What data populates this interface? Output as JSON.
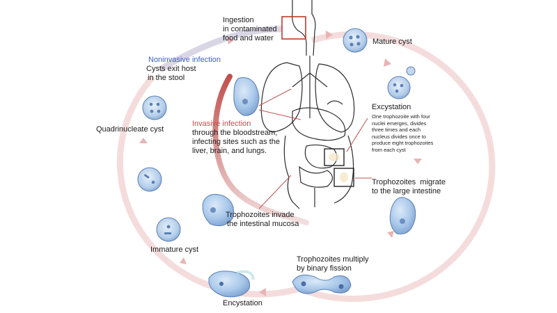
{
  "labels": {
    "ingestion": [
      "Ingestion",
      "in contaminated",
      "food and water"
    ],
    "mature_cyst": "Mature cyst",
    "noninvasive_title": "Noninvasive infection",
    "noninvasive_desc": [
      "Cysts exit host",
      "in the stool"
    ],
    "quadrinucleate": "Quadrinucleate cyst",
    "invasive_title": "Invasive infection",
    "invasive_desc": [
      "through the bloodstream,",
      "infecting sites such as the",
      "liver, brain, and lungs."
    ],
    "excystation_title": "Excystation",
    "excystation_desc": [
      "One trophozoite with four",
      "nuclei emerges, divides",
      "three times and each",
      "nucleus divides once to",
      "produce eight trophozoites",
      "from each cyst"
    ],
    "trophozoites_migrate": [
      "Trophozoites  migrate",
      "to the large intestine"
    ],
    "trophozoites_invade": [
      "Trophozoites invade",
      "the intestinal mucosa"
    ],
    "immature_cyst": "Immature cyst",
    "trophozoites_multiply": [
      "Trophozoites multiply",
      "by binary fission"
    ],
    "encystation": "Encystation"
  },
  "colors": {
    "cycle_ring": "#f2d3d3",
    "arrow_head": "#e8b4b4",
    "noninvasive_blue": "#3d62b8",
    "invasive_red": "#c0504d",
    "cell_fill": "#a9c8ea",
    "cell_edge": "#5a7fb5",
    "callout_box_red": "#c0392b"
  }
}
